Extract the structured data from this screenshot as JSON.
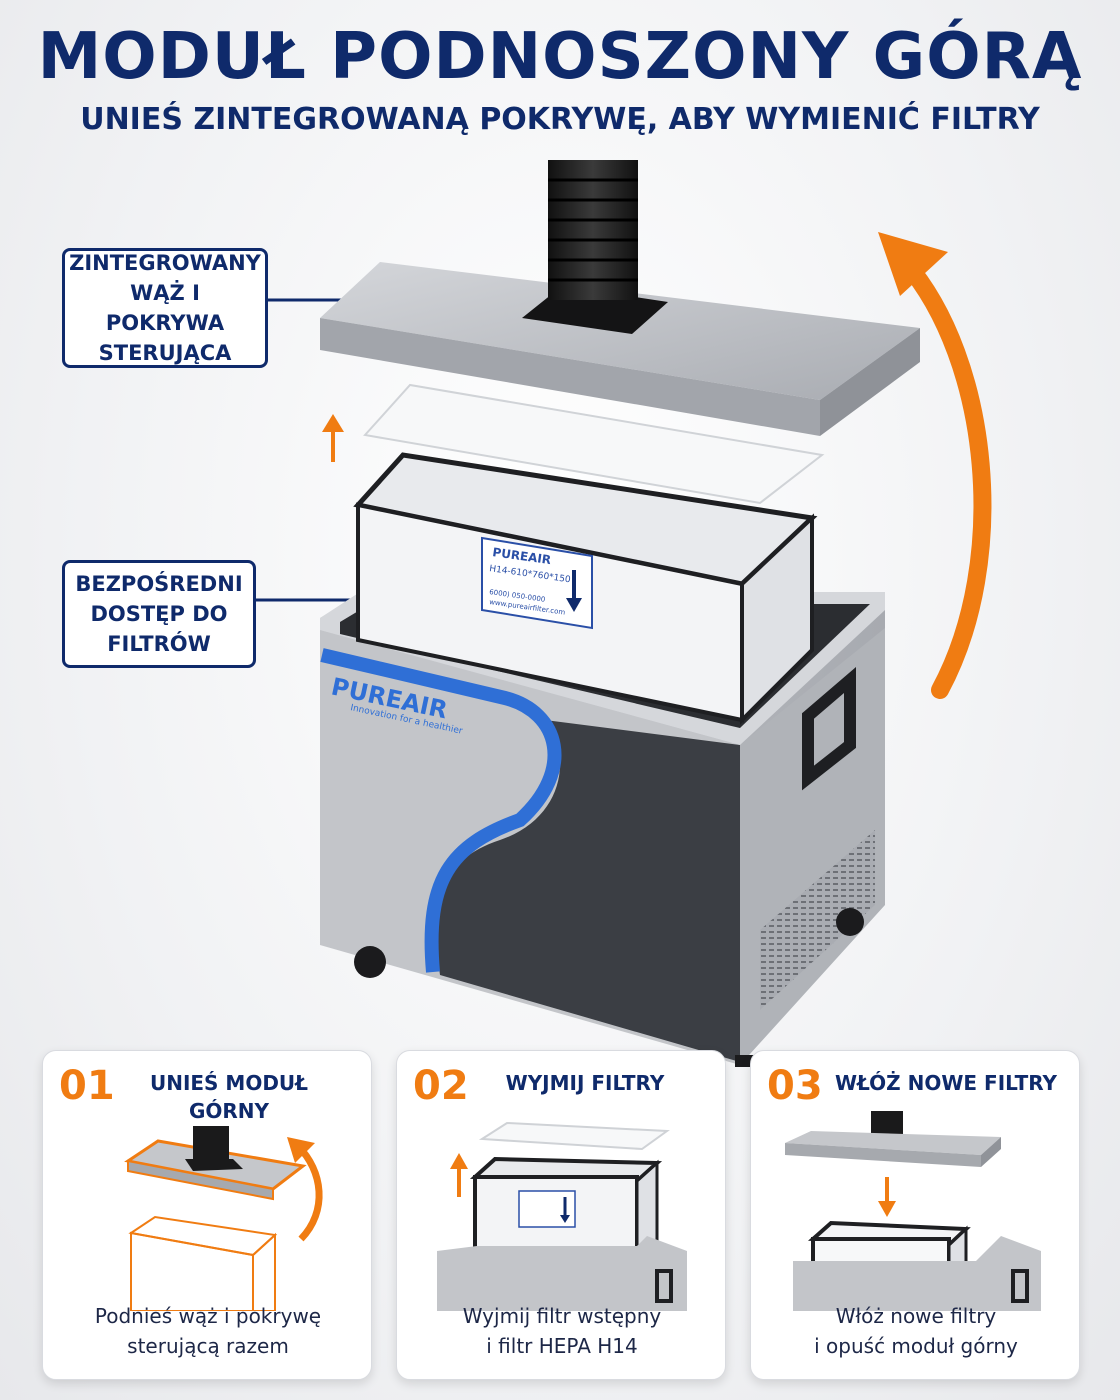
{
  "header": {
    "title": "MODUŁ PODNOSZONY GÓRĄ",
    "subtitle": "UNIEŚ ZINTEGROWANĄ POKRYWĘ, ABY WYMIENIĆ FILTRY"
  },
  "callouts": {
    "hose_cover": "ZINTEGROWANY\nWĄŻ I POKRYWA\nSTERUJĄCA",
    "filter_access": "BEZPOŚREDNI\nDOSTĘP DO\nFILTRÓW"
  },
  "product": {
    "brand": "PUREAIR",
    "tagline": "Innovation for a healthier",
    "filter_label": {
      "brand": "PUREAIR",
      "model": "H14-610*760*150",
      "phone": "6000) 050-0000",
      "website": "www.pureairfilter.com"
    }
  },
  "steps": [
    {
      "number": "01",
      "title": "UNIEŚ MODUŁ\nGÓRNY",
      "caption": "Podnieś wąż i pokrywę\nsterującą razem"
    },
    {
      "number": "02",
      "title": "WYJMIJ FILTRY",
      "caption": "Wyjmij filtr wstępny\ni filtr HEPA H14"
    },
    {
      "number": "03",
      "title": "WŁÓŻ NOWE FILTRY",
      "caption": "Włóż nowe filtry\ni opuść moduł górny"
    }
  ],
  "colors": {
    "navy": "#0f2a6b",
    "orange": "#f07c12",
    "accent_blue": "#2f6fd6",
    "body_grey": "#b9bcc1",
    "dark_panel": "#3b3e44"
  }
}
